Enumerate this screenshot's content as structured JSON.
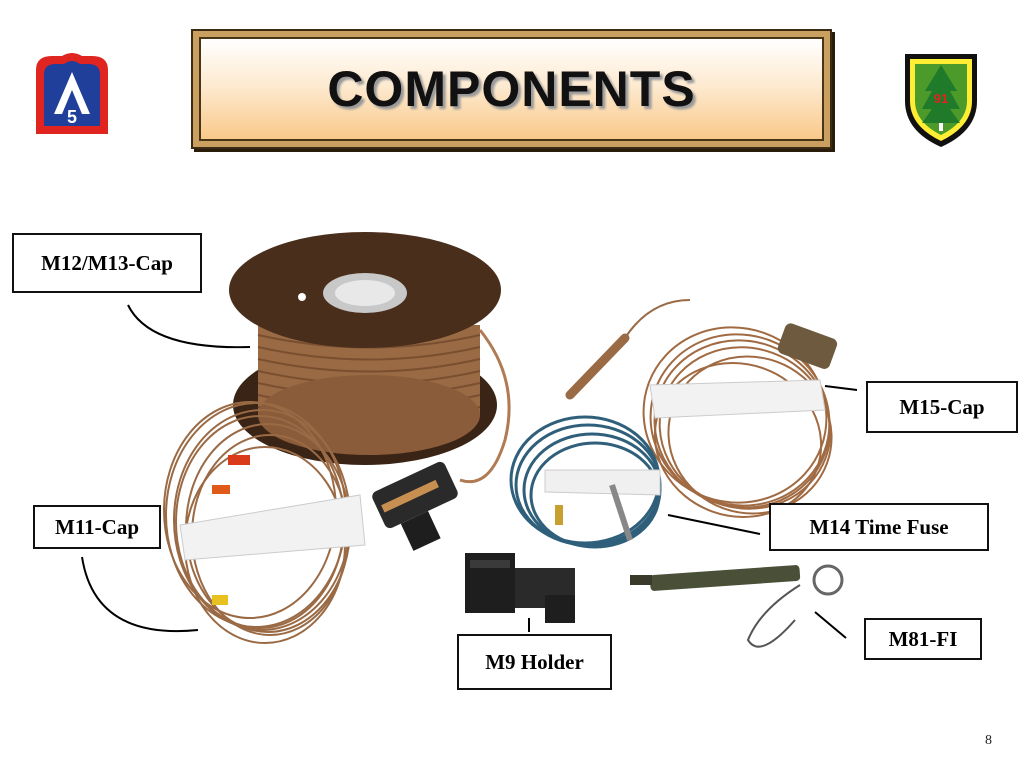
{
  "slide": {
    "title": "COMPONENTS",
    "page_number": "8"
  },
  "insignia": {
    "left_patch_text": "5",
    "right_patch_text": "91"
  },
  "labels": {
    "m12_m13": "M12/M13-Cap",
    "m11": "M11-Cap",
    "m15": "M15-Cap",
    "m14": "M14 Time Fuse",
    "m81": "M81-FI",
    "m9": "M9 Holder"
  },
  "colors": {
    "title_border": "#3b2a14",
    "wire_brown": "#9a6a45",
    "spool": "#4a2e1c",
    "blue_cord": "#2f5f7a",
    "insignia_red": "#e0241f",
    "insignia_blue": "#1f3f9a",
    "shield_green": "#4c9a2a",
    "shield_yellow": "#ffee33"
  }
}
